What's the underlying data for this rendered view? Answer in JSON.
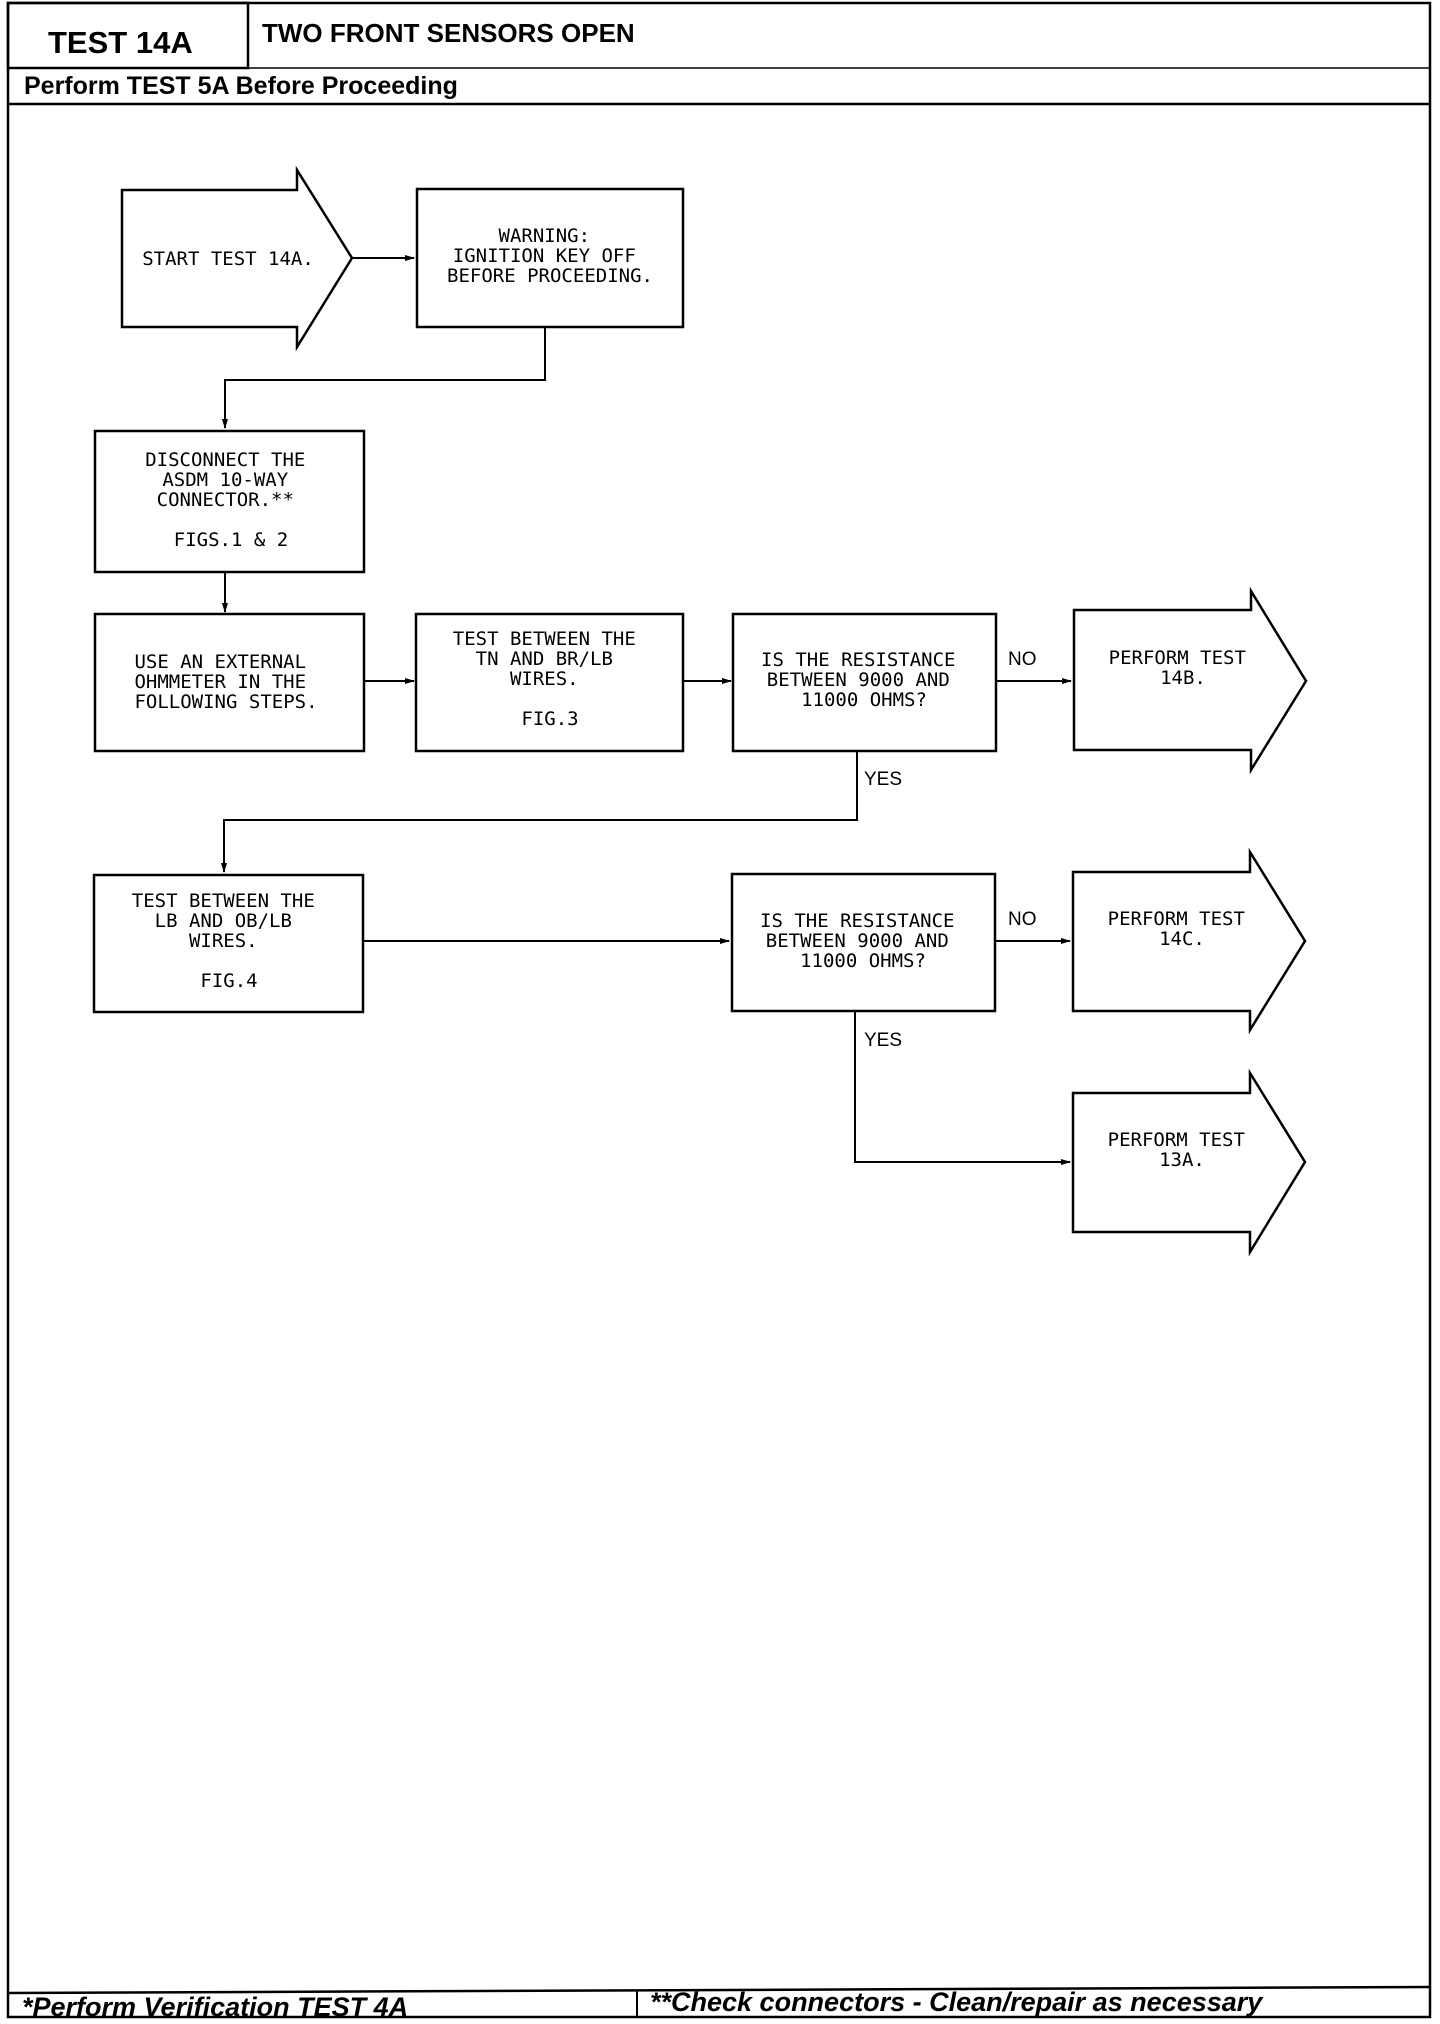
{
  "header": {
    "test_id": "TEST 14A",
    "title": "TWO FRONT SENSORS OPEN",
    "subheader": "Perform TEST 5A Before Proceeding"
  },
  "flowchart": {
    "start": [
      "START TEST 14A."
    ],
    "warning": [
      "WARNING:",
      "IGNITION KEY OFF",
      "BEFORE PROCEEDING."
    ],
    "disconnect": [
      "DISCONNECT THE",
      "ASDM 10-WAY",
      "CONNECTOR.**",
      "",
      "FIGS.1 & 2"
    ],
    "ohmmeter": [
      "USE AN EXTERNAL",
      "OHMMETER IN THE",
      "FOLLOWING STEPS."
    ],
    "test_tn": [
      "TEST BETWEEN THE",
      "TN AND BR/LB",
      "WIRES.",
      "",
      "FIG.3"
    ],
    "question_1": [
      "IS THE RESISTANCE",
      "BETWEEN 9000 AND",
      "11000 OHMS?"
    ],
    "result_14b": [
      "PERFORM TEST",
      "14B."
    ],
    "test_lb": [
      "TEST BETWEEN THE",
      "LB AND OB/LB",
      "WIRES.",
      "",
      "FIG.4"
    ],
    "question_2": [
      "IS THE RESISTANCE",
      "BETWEEN 9000 AND",
      "11000 OHMS?"
    ],
    "result_14c": [
      "PERFORM TEST",
      "14C."
    ],
    "result_13a": [
      "PERFORM TEST",
      "13A."
    ],
    "labels": {
      "no": "NO",
      "yes": "YES"
    }
  },
  "footer": {
    "left": "*Perform Verification  TEST 4A",
    "right": "**Check connectors - Clean/repair as necessary"
  }
}
